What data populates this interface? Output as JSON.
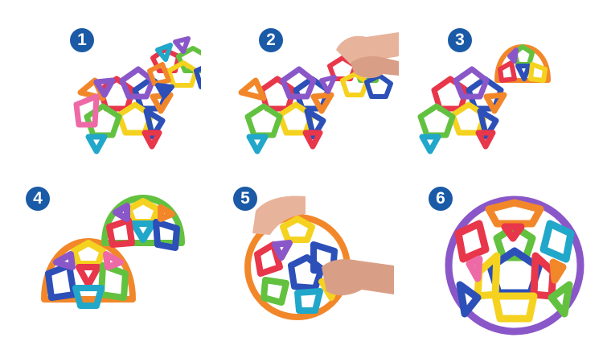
{
  "steps": [
    {
      "number": "1"
    },
    {
      "number": "2"
    },
    {
      "number": "3"
    },
    {
      "number": "4"
    },
    {
      "number": "5"
    },
    {
      "number": "6"
    }
  ],
  "colors": {
    "step_badge": "#1a5aa6",
    "tile_red": "#e8364a",
    "tile_orange": "#f2872a",
    "tile_yellow": "#f5d21f",
    "tile_green": "#63c140",
    "tile_blue": "#2c4fb8",
    "tile_teal": "#21a7c9",
    "tile_purple": "#8a57c8",
    "tile_pink": "#ee6aa7"
  },
  "icons": [
    "magnetic-tile-net",
    "hands-assembling",
    "half-dome",
    "two-half-domes",
    "closing-ball",
    "finished-ball"
  ]
}
